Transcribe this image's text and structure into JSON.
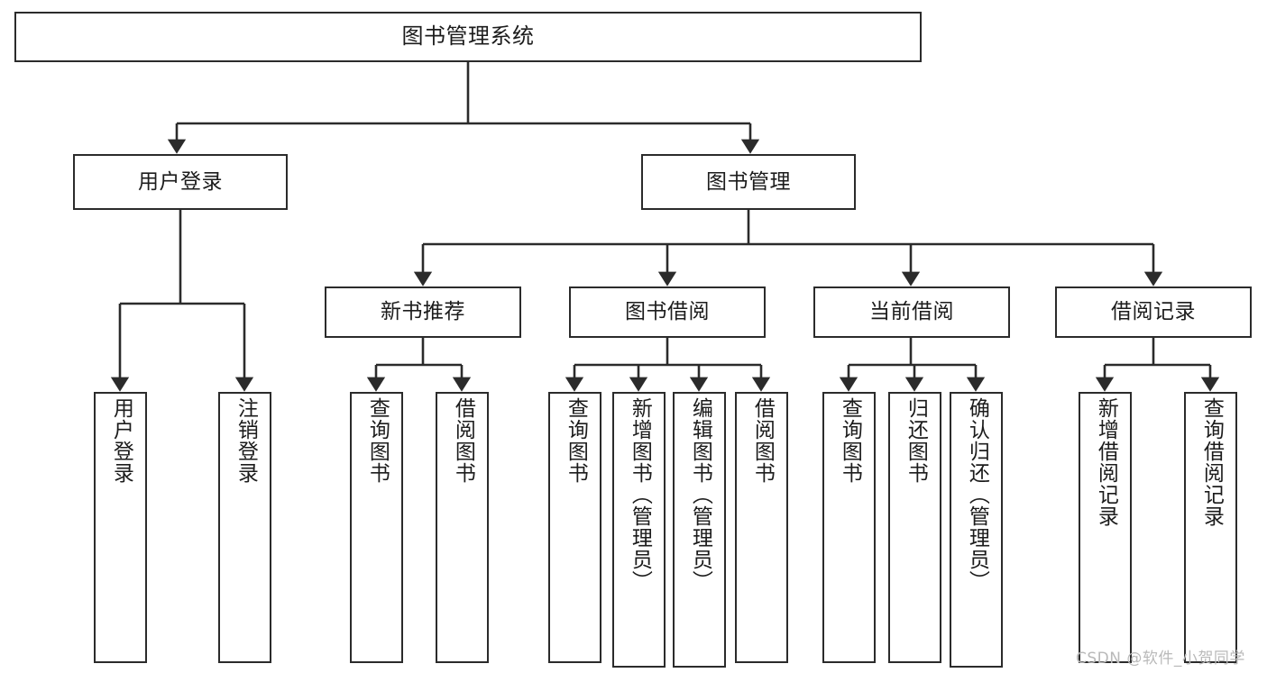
{
  "diagram": {
    "title": "图书管理系统",
    "type": "tree-hierarchy-chart",
    "watermark": "CSDN @软件_小贺同学",
    "colors": {
      "node_border": "#2b2b2b",
      "node_fill": "#ffffff",
      "edge": "#2b2b2b",
      "text": "#1c1c1c",
      "watermark": "#b9b9b9",
      "background": "#ffffff"
    },
    "nodes": {
      "root": {
        "label": "图书管理系统"
      },
      "level1": [
        {
          "id": "user-login",
          "label": "用户登录"
        },
        {
          "id": "book-management",
          "label": "图书管理"
        }
      ],
      "level2": [
        {
          "id": "new-book-recommend",
          "label": "新书推荐"
        },
        {
          "id": "book-borrow",
          "label": "图书借阅"
        },
        {
          "id": "current-borrow",
          "label": "当前借阅"
        },
        {
          "id": "borrow-record",
          "label": "借阅记录"
        }
      ],
      "leaves": {
        "user-login": [
          {
            "id": "leaf-user-login",
            "label": "用户登录"
          },
          {
            "id": "leaf-logout-login",
            "label": "注销登录"
          }
        ],
        "new-book-recommend": [
          {
            "id": "leaf-query-book-1",
            "label": "查询图书"
          },
          {
            "id": "leaf-borrow-book-1",
            "label": "借阅图书"
          }
        ],
        "book-borrow": [
          {
            "id": "leaf-query-book-2",
            "label": "查询图书"
          },
          {
            "id": "leaf-add-book-admin",
            "label": "新增图书（管理员）"
          },
          {
            "id": "leaf-edit-book-admin",
            "label": "编辑图书（管理员）"
          },
          {
            "id": "leaf-borrow-book-2",
            "label": "借阅图书"
          }
        ],
        "current-borrow": [
          {
            "id": "leaf-query-book-3",
            "label": "查询图书"
          },
          {
            "id": "leaf-return-book",
            "label": "归还图书"
          },
          {
            "id": "leaf-confirm-return-admin",
            "label": "确认归还（管理员）"
          }
        ],
        "borrow-record": [
          {
            "id": "leaf-add-borrow-record",
            "label": "新增借阅记录"
          },
          {
            "id": "leaf-query-borrow-record",
            "label": "查询借阅记录"
          }
        ]
      }
    }
  }
}
